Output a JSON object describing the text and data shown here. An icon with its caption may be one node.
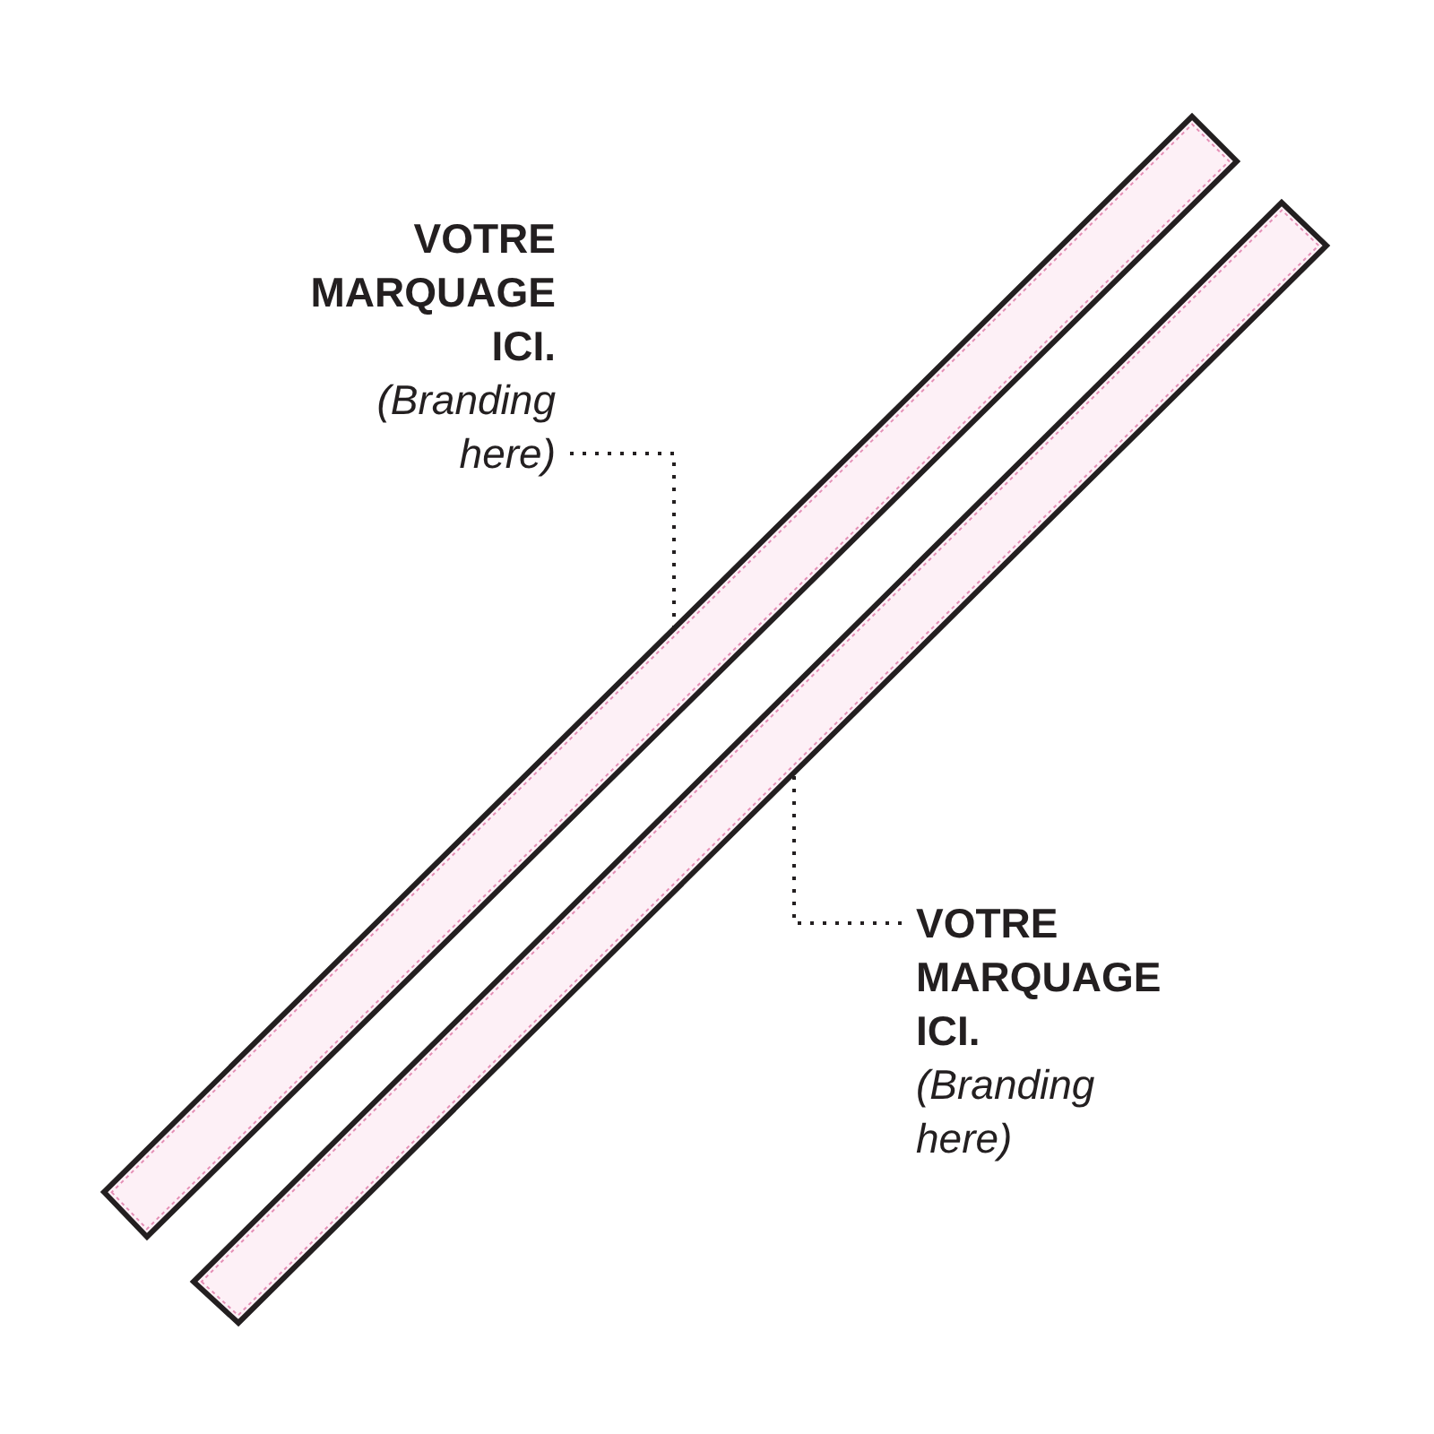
{
  "diagram": {
    "nodes": [
      {
        "text": [
          "VOTRE MARQUAGE ICI.",
          "(Branding here)"
        ]
      },
      {
        "text": [],
        "shape": "bar"
      },
      {
        "text": [],
        "shape": "bar"
      },
      {
        "text": [
          "VOTRE MARQUAGE ICI.",
          "(Branding here)"
        ]
      }
    ],
    "edges": [
      {
        "from": 0,
        "to": 1,
        "arrow": "none",
        "style": "dashed"
      },
      {
        "from": 3,
        "to": 2,
        "arrow": "none",
        "style": "dashed"
      }
    ]
  }
}
